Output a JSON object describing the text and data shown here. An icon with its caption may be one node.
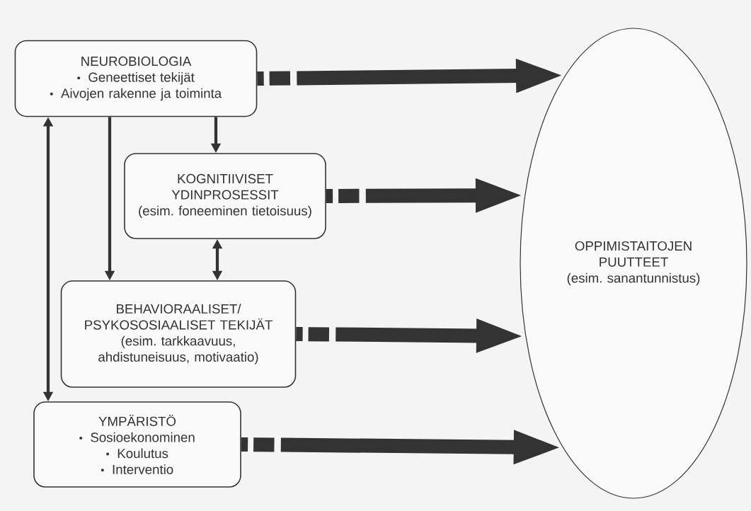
{
  "diagram": {
    "nodes": [
      {
        "text": [
          "NEUROBIOLOGIA",
          "Geneettiset tekijät",
          "Aivojen rakenne ja toiminta"
        ]
      },
      {
        "text": [
          "KOGNITIIVISET YDINPROSESSIT",
          "(esim. foneeminen tietoisuus)"
        ]
      },
      {
        "text": [
          "BEHAVIORAALISET/ PSYKOSOSIAALISET TEKIJÄT",
          "(esim. tarkkaavuus, ahdistuneisuus, motivaatio)"
        ]
      },
      {
        "text": [
          "YMPÄRISTÖ",
          "Sosioekonominen",
          "Koulutus",
          "Interventio"
        ]
      },
      {
        "text": [
          "OPPIMISTAITOJEN PUUTTEET",
          "(esim. sanantunnistus)"
        ]
      }
    ],
    "edges": [
      {
        "from": 0,
        "to": 4,
        "arrow": "to",
        "style": "dashed"
      },
      {
        "from": 1,
        "to": 4,
        "arrow": "to",
        "style": "dashed"
      },
      {
        "from": 2,
        "to": 4,
        "arrow": "to",
        "style": "dashed"
      },
      {
        "from": 3,
        "to": 4,
        "arrow": "to",
        "style": "dashed"
      },
      {
        "from": 0,
        "to": 1,
        "arrow": "to"
      },
      {
        "from": 0,
        "to": 2,
        "arrow": "to"
      },
      {
        "from": 1,
        "to": 2,
        "arrow": "both"
      },
      {
        "from": 0,
        "to": 3,
        "arrow": "both"
      }
    ]
  }
}
